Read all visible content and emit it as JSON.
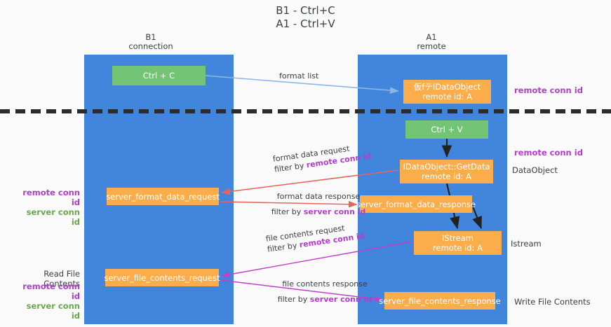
{
  "title": {
    "line1": "B1 - Ctrl+C",
    "line2": "A1 - Ctrl+V"
  },
  "columns": [
    {
      "name": "B1",
      "role": "connection"
    },
    {
      "name": "A1",
      "role": "remote"
    }
  ],
  "nodes": {
    "ctrl_c": {
      "label": "Ctrl + C",
      "color": "#74c476"
    },
    "idataobject": {
      "line1": "仮fテIDataObject",
      "line2": "remote id: A",
      "color": "#fbad4b"
    },
    "ctrl_v": {
      "label": "Ctrl + V",
      "color": "#74c476"
    },
    "getdata": {
      "line1": "IDataObject::GetData",
      "line2": "remote id: A",
      "color": "#fbad4b"
    },
    "server_format_data_request": {
      "label": "server_format_data_request",
      "color": "#fbad4b"
    },
    "server_format_data_response": {
      "label": "server_format_data_response",
      "color": "#fbad4b"
    },
    "istream": {
      "line1": "IStream",
      "line2": "remote id: A",
      "color": "#fbad4b"
    },
    "server_file_contents_request": {
      "label": "server_file_contents_request",
      "color": "#fbad4b"
    },
    "server_file_contents_response": {
      "label": "server_file_contents_response",
      "color": "#fbad4b"
    }
  },
  "edge_labels": {
    "format_list": "format list",
    "format_data_request": "format data request",
    "format_data_request_filter_prefix": "filter by ",
    "format_data_request_filter_key": "remote conn id",
    "format_data_response": "format data response",
    "format_data_response_filter_prefix": "filter by ",
    "format_data_response_filter_key": "server conn id",
    "file_contents_request": "file contents request",
    "file_contents_request_filter_prefix": "filter by ",
    "file_contents_request_filter_key": "remote conn id",
    "file_contents_response": "file contents response",
    "file_contents_response_filter_prefix": "filter by ",
    "file_contents_response_filter_key": "server conn id"
  },
  "annotations": {
    "remote_conn_id_top": "remote conn id",
    "remote_conn_id_mid": "remote conn id",
    "dataobject": "DataObject",
    "istream": "Istream",
    "write_file_contents": "Write File Contents",
    "read_file_contents": "Read File Contents",
    "left_remote_conn_id": "remote conn id",
    "left_server_conn_id": "server conn id",
    "left_remote_conn_id_2": "remote conn id",
    "left_server_conn_id_2": "server conn id"
  },
  "colors": {
    "lane": "#4285dd",
    "green_node": "#74c476",
    "orange_node": "#fbad4b",
    "purple": "#b23ec9",
    "green_text": "#6aa84f",
    "arrow_blue": "#8ab6e8",
    "arrow_red": "#e8645a",
    "arrow_magenta": "#c43ec9",
    "arrow_black": "#222222",
    "separator": "#2b2b2b",
    "background": "#fafafa"
  }
}
